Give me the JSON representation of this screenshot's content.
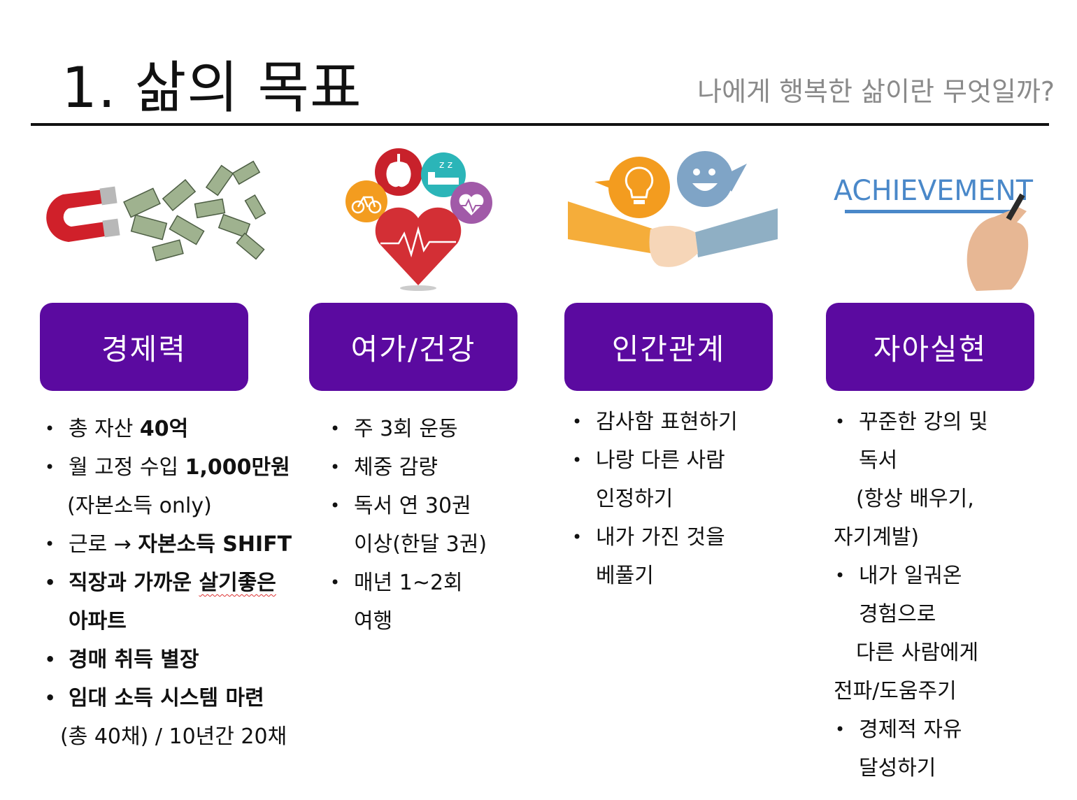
{
  "header": {
    "title": "1. 삶의 목표",
    "subtitle": "나에게 행복한 삶이란 무엇일까?"
  },
  "illustrations": {
    "achievement_word": "ACHIEVEMENT"
  },
  "categories": [
    {
      "label": "경제력"
    },
    {
      "label": "여가/건강"
    },
    {
      "label": "인간관계"
    },
    {
      "label": "자아실현"
    }
  ],
  "col1": {
    "i1_a": "총 자산 ",
    "i1_b": "40억",
    "i2_a": "월 고정 수입 ",
    "i2_b": "1,000만원",
    "i2_cont": "(자본소득 only)",
    "i3_a": "근로 → ",
    "i3_b": "자본소득 SHIFT",
    "i4_a": "직장과 가까운 ",
    "i4_b": "살기좋은",
    "i4_cont": "아파트",
    "i5": "경매 취득 별장",
    "i6": "임대 소득 시스템 마련",
    "i6_cont": "(총 40채) / 10년간 20채"
  },
  "col2": {
    "i1": "주 3회 운동",
    "i2": "체중 감량",
    "i3": "독서 연 30권",
    "i3_cont": "이상(한달 3권)",
    "i4": "매년 1~2회",
    "i4_cont": "여행"
  },
  "col3": {
    "i1": "감사함 표현하기",
    "i2": "나랑 다른 사람",
    "i2_cont": "인정하기",
    "i3": "내가 가진 것을",
    "i3_cont": "베풀기"
  },
  "col4": {
    "i1": "꾸준한 강의 및",
    "i1_cont1": "독서",
    "i1_cont2": "(항상 배우기,",
    "i1_cont3": "자기계발)",
    "i2": "내가 일궈온",
    "i2_cont1": "경험으로",
    "i2_cont2": "다른 사람에게",
    "i2_cont3": "전파/도움주기",
    "i3": "경제적 자유",
    "i3_cont": "달성하기"
  }
}
